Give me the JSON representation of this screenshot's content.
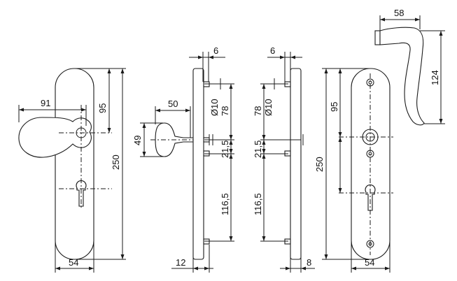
{
  "dimensions": {
    "knob_plate_front": {
      "knob_width": "91",
      "center_top": "95",
      "overall_height": "250",
      "plate_width": "54"
    },
    "knob_side": {
      "projection": "50",
      "knob_height": "49"
    },
    "plate_section_left": {
      "thickness": "6",
      "bolt_diameter": "Ø10",
      "upper_spacing": "78",
      "middle_spacing": "21,5",
      "lower_spacing": "116,5",
      "base_thickness": "12"
    },
    "plate_section_right": {
      "thickness": "6",
      "bolt_diameter": "Ø10",
      "upper_spacing": "78",
      "middle_spacing": "21,5",
      "lower_spacing": "116,5",
      "base_thickness": "8"
    },
    "lever_plate_front": {
      "center_top": "95",
      "overall_height": "250",
      "plate_width": "54"
    },
    "lever_side": {
      "lever_width": "58",
      "lever_height": "124"
    }
  }
}
